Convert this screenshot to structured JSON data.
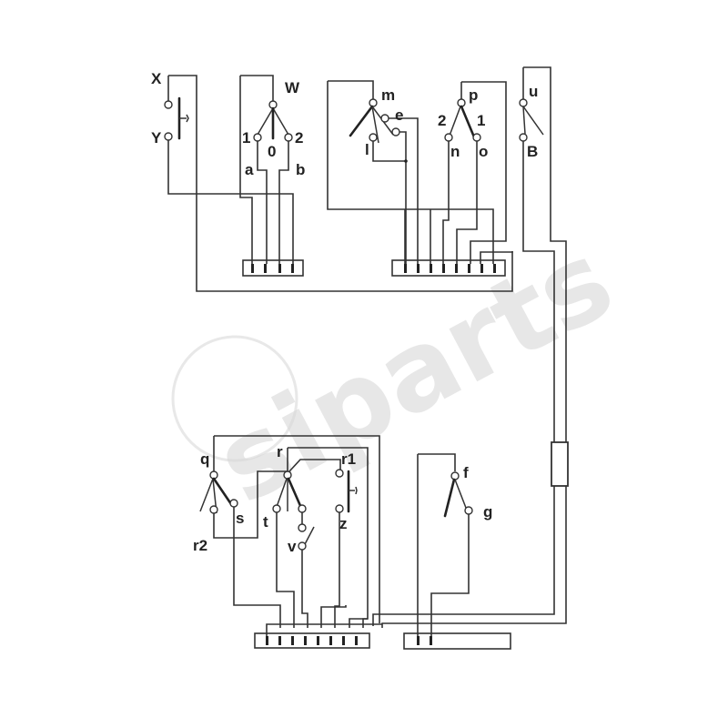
{
  "diagram": {
    "type": "electrical wiring diagram",
    "watermark": "siparts",
    "labels": {
      "X": "X",
      "Y": "Y",
      "W": "W",
      "w1": "1",
      "w0": "0",
      "w2": "2",
      "a": "a",
      "b": "b",
      "m": "m",
      "e": "e",
      "l": "l",
      "p": "p",
      "p2": "2",
      "p1": "1",
      "n": "n",
      "o": "o",
      "u": "u",
      "B": "B",
      "q": "q",
      "s": "s",
      "r2": "r2",
      "r": "r",
      "r1": "r1",
      "t": "t",
      "v": "v",
      "z": "z",
      "f": "f",
      "g": "g"
    },
    "connectors": [
      {
        "id": "top-left-connector",
        "pins": 4
      },
      {
        "id": "top-right-connector",
        "pins": 8
      },
      {
        "id": "bottom-left-connector",
        "pins": 8
      },
      {
        "id": "bottom-right-connector",
        "pins": 2
      }
    ],
    "components": [
      {
        "id": "push-button-XY",
        "terminals": [
          "X",
          "Y"
        ]
      },
      {
        "id": "selector-switch-W",
        "terminals": [
          "W",
          "1",
          "0",
          "2",
          "a",
          "b"
        ]
      },
      {
        "id": "switch-m",
        "terminals": [
          "m",
          "e",
          "l"
        ]
      },
      {
        "id": "changeover-switch-p",
        "terminals": [
          "p",
          "2",
          "1",
          "n",
          "o"
        ]
      },
      {
        "id": "switch-uB",
        "terminals": [
          "u",
          "B"
        ]
      },
      {
        "id": "switch-q",
        "terminals": [
          "q",
          "s",
          "r2"
        ]
      },
      {
        "id": "switch-r",
        "terminals": [
          "r",
          "t",
          "v"
        ]
      },
      {
        "id": "push-button-r1z",
        "terminals": [
          "r1",
          "z"
        ]
      },
      {
        "id": "switch-fg",
        "terminals": [
          "f",
          "g"
        ]
      },
      {
        "id": "inline-component",
        "terminals": []
      }
    ],
    "colors": {
      "line": "#333333",
      "background": "#ffffff",
      "watermark": "#d8d8d8"
    }
  }
}
